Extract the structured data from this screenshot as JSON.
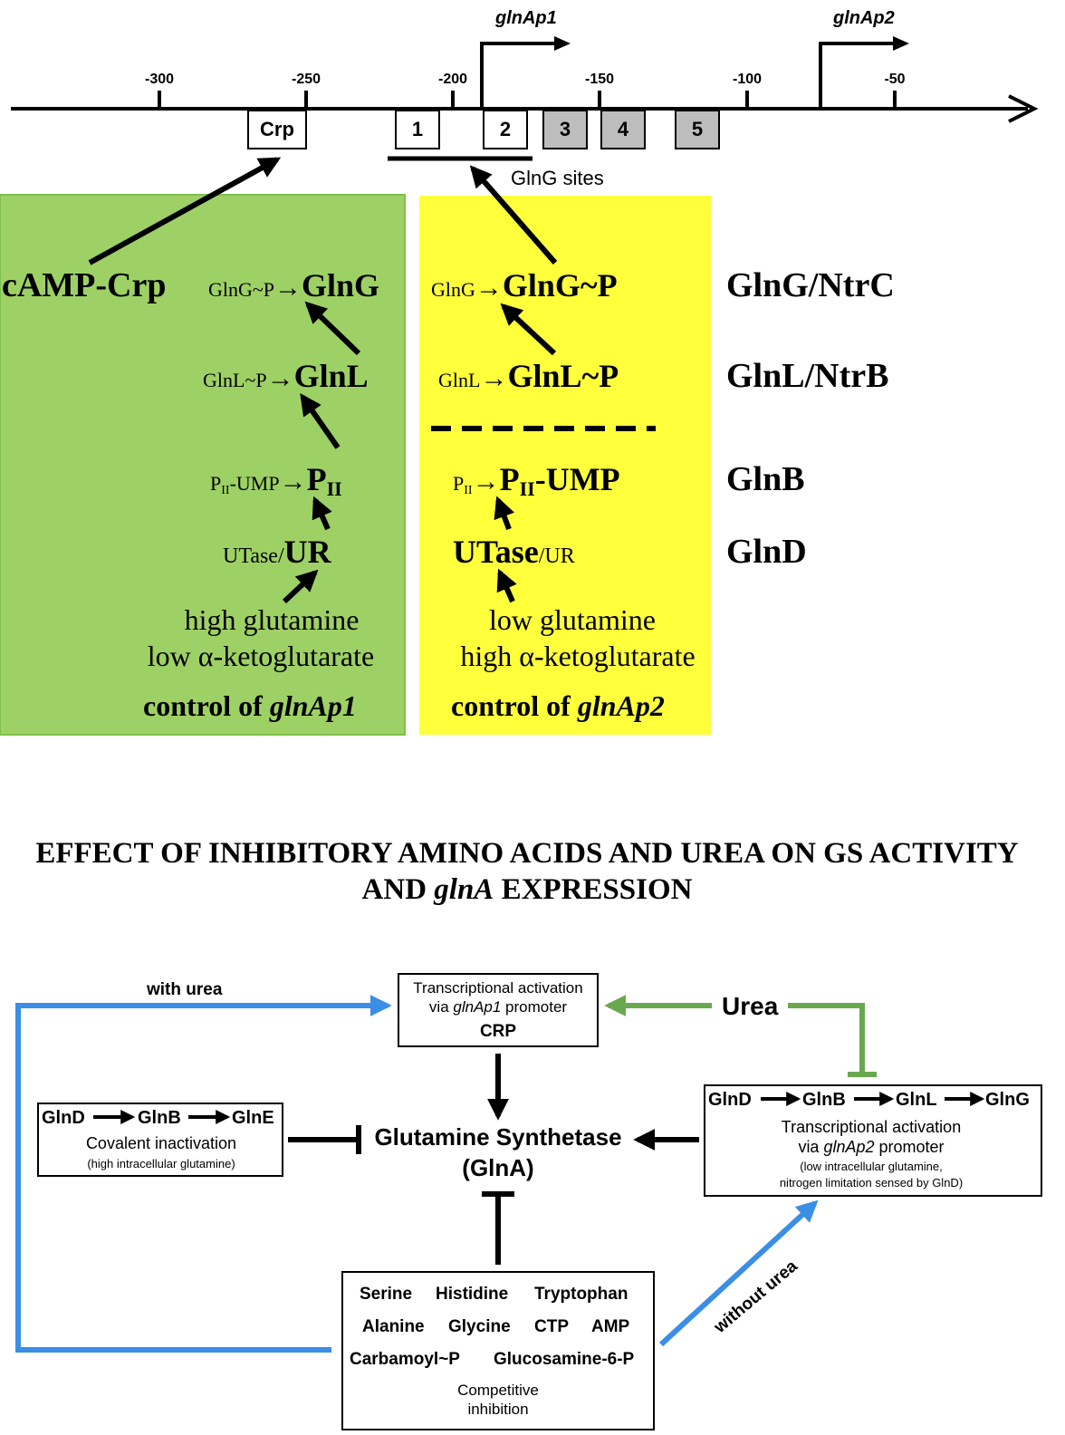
{
  "colors": {
    "green_panel": "#9ed165",
    "green_panel_border": "#7fbf4a",
    "yellow_panel": "#ffff3c",
    "gray_box": "#bdbdbd",
    "blue_arrow": "#3b8ee6",
    "green_arrow": "#6aa84f",
    "black": "#000000"
  },
  "promoter_map": {
    "ticks": [
      "-300",
      "-250",
      "-200",
      "-150",
      "-100",
      "-50"
    ],
    "promoters": {
      "p1": "glnAp1",
      "p2": "glnAp2"
    },
    "crp_box": "Crp",
    "glng_boxes": [
      "1",
      "2",
      "3",
      "4",
      "5"
    ],
    "glng_sites_label": "GlnG sites"
  },
  "panels": {
    "camp_crp": "cAMP-Crp",
    "green": {
      "glng_small": "GlnG~P",
      "glng_big": "GlnG",
      "glnl_small": "GlnL~P",
      "glnl_big": "GlnL",
      "pii_small": "P",
      "pii_small_sub": "II",
      "pii_small_suffix": "-UMP",
      "pii_big": "P",
      "pii_big_sub": "II",
      "ur_small": "UTase/",
      "ur_big": "UR",
      "cond1": "high glutamine",
      "cond2": "low α-ketoglutarate",
      "control_prefix": "control of ",
      "control_gene": "glnAp1"
    },
    "yellow": {
      "glng_small": "GlnG",
      "glng_big": "GlnG~P",
      "glnl_small": "GlnL",
      "glnl_big": "GlnL~P",
      "pii_small": "P",
      "pii_small_sub": "II",
      "pii_big": "P",
      "pii_big_sub": "II",
      "pii_big_suffix": "-UMP",
      "ur_big": "UTase",
      "ur_small": "/UR",
      "cond1": "low glutamine",
      "cond2": "high α-ketoglutarate",
      "control_prefix": "control of ",
      "control_gene": "glnAp2"
    },
    "right_labels": [
      "GlnG/NtrC",
      "GlnL/NtrB",
      "GlnB",
      "GlnD"
    ]
  },
  "section_title": {
    "line1": "EFFECT OF INHIBITORY AMINO ACIDS AND UREA ON GS ACTIVITY",
    "line2_prefix": "AND ",
    "line2_gene": "glnA",
    "line2_suffix": " EXPRESSION"
  },
  "flow": {
    "with_urea": "with urea",
    "without_urea": "without urea",
    "urea": "Urea",
    "crp_box": {
      "line1": "Transcriptional activation",
      "line2_prefix": "via ",
      "line2_gene": "glnAp1",
      "line2_suffix": " promoter",
      "line3": "CRP"
    },
    "gs": {
      "line1": "Glutamine Synthetase",
      "line2": "(GlnA)"
    },
    "left_box": {
      "chain": [
        "GlnD",
        "GlnB",
        "GlnE"
      ],
      "line1": "Covalent inactivation",
      "line2": "(high intracellular glutamine)"
    },
    "right_box": {
      "chain": [
        "GlnD",
        "GlnB",
        "GlnL",
        "GlnG"
      ],
      "line1": "Transcriptional activation",
      "line2_prefix": "via ",
      "line2_gene": "glnAp2",
      "line2_suffix": " promoter",
      "line3": "(low intracellular glutamine,",
      "line4": "nitrogen limitation sensed by GlnD)"
    },
    "inhibitor_box": {
      "row1": [
        "Serine",
        "Histidine",
        "Tryptophan"
      ],
      "row2": [
        "Alanine",
        "Glycine",
        "CTP",
        "AMP"
      ],
      "row3": [
        "Carbamoyl~P",
        "Glucosamine-6-P"
      ],
      "line1": "Competitive",
      "line2": "inhibition"
    }
  }
}
